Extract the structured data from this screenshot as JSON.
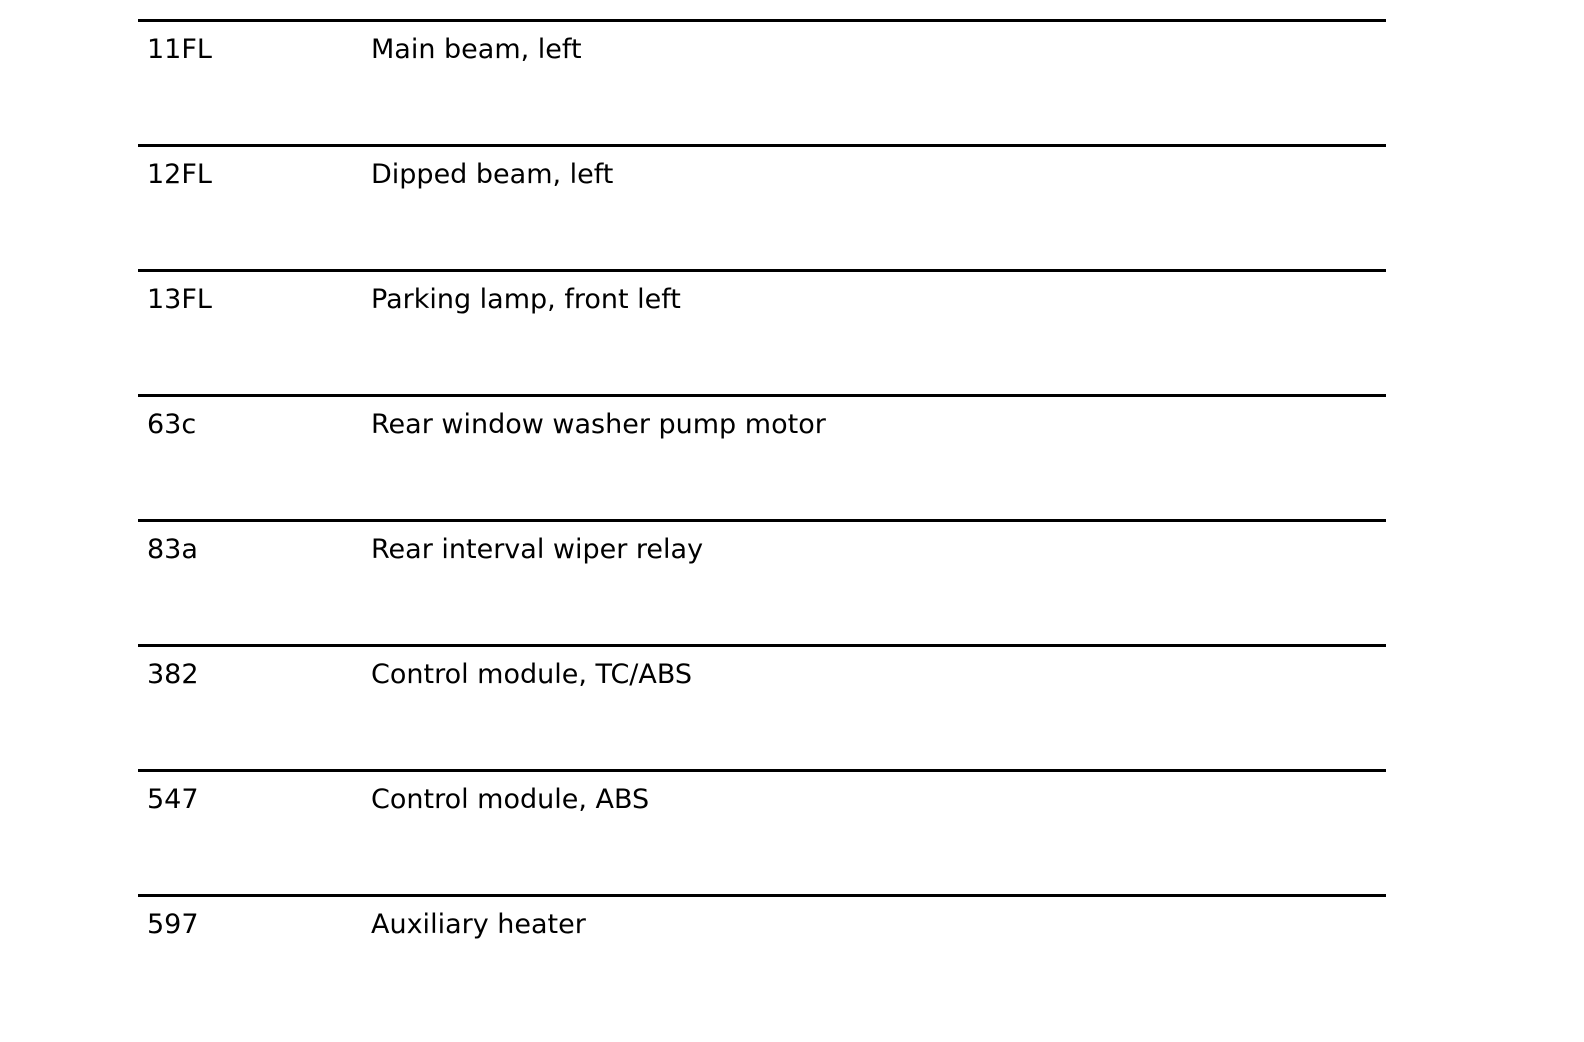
{
  "component_list": {
    "rows": [
      {
        "code": "11FL",
        "description": "Main beam, left"
      },
      {
        "code": "12FL",
        "description": "Dipped beam, left"
      },
      {
        "code": "13FL",
        "description": "Parking lamp, front left"
      },
      {
        "code": "63c",
        "description": "Rear window washer pump motor"
      },
      {
        "code": "83a",
        "description": "Rear interval wiper relay"
      },
      {
        "code": "382",
        "description": "Control module, TC/ABS"
      },
      {
        "code": "547",
        "description": "Control module, ABS"
      },
      {
        "code": "597",
        "description": "Auxiliary heater"
      }
    ]
  }
}
